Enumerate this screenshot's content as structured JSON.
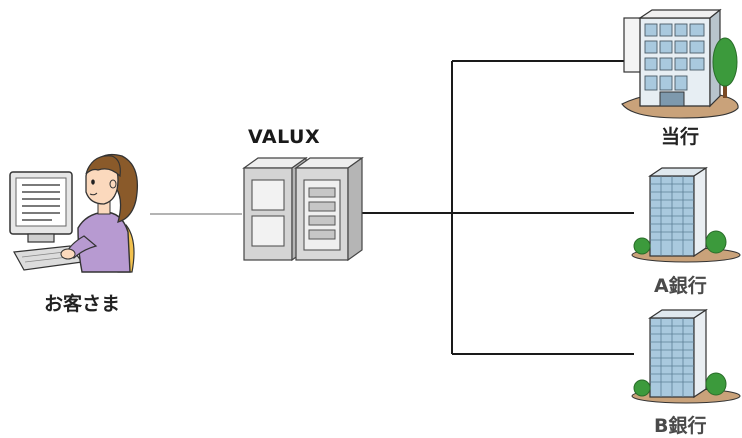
{
  "customer": {
    "label": "お客さま",
    "icon": "customer-at-computer-icon"
  },
  "server": {
    "label": "VALUX",
    "icon": "server-icon"
  },
  "banks": [
    {
      "label": "当行",
      "icon": "office-building-icon"
    },
    {
      "label": "A銀行",
      "icon": "tower-building-icon"
    },
    {
      "label": "B銀行",
      "icon": "tower-building-icon"
    }
  ],
  "colors": {
    "line": "#1a1a1a",
    "server_body": "#d8d8d8",
    "building_glass": "#a9c9de",
    "tree": "#3c9a3c",
    "skin": "#fbd9bd",
    "shirt": "#b79ad1",
    "hair": "#8a5a2a"
  }
}
